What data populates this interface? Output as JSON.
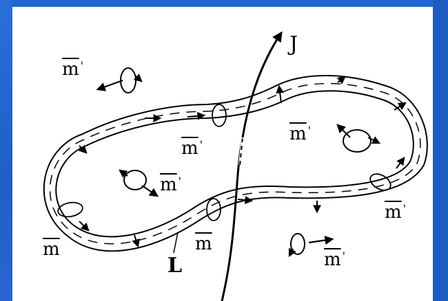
{
  "labels": {
    "current": "J",
    "loop": "L",
    "moment": "m",
    "moment_prime": "m",
    "prime_mark": "'"
  }
}
